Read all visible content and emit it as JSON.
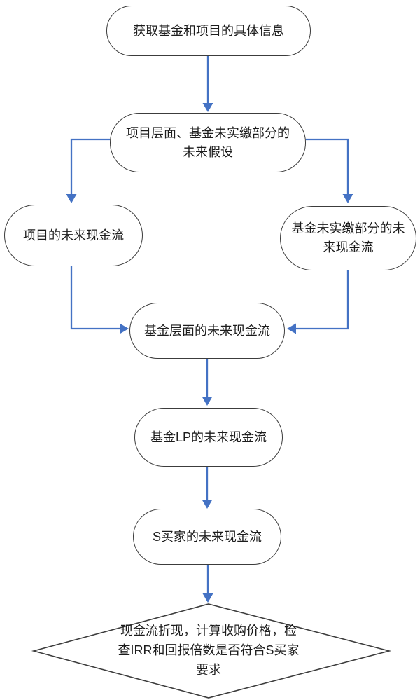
{
  "colors": {
    "connector": "#4472c4",
    "node_border": "#3c3c3c",
    "node_fill": "#ffffff",
    "text": "#1c1c1c",
    "background": "#ffffff"
  },
  "diagram": {
    "type": "flowchart",
    "nodes": {
      "info": {
        "shape": "rounded",
        "label": "获取基金和项目的具体信息"
      },
      "assumptions": {
        "shape": "rounded",
        "label": "项目层面、基金未实缴部分的\n未来假设"
      },
      "project_cashflow": {
        "shape": "rounded",
        "label": "项目的未来现金流"
      },
      "uncalled_cashflow": {
        "shape": "rounded",
        "label": "基金未实缴部分的未\n来现金流"
      },
      "fund_cashflow": {
        "shape": "rounded",
        "label": "基金层面的未来现金流"
      },
      "lp_cashflow": {
        "shape": "rounded",
        "label": "基金LP的未来现金流"
      },
      "buyer_cashflow": {
        "shape": "rounded",
        "label": "S买家的未来现金流"
      },
      "decision": {
        "shape": "diamond",
        "label": "现金流折现，计算收购价格，检\n查IRR和回报倍数是否符合S买家\n要求"
      }
    },
    "edges": [
      {
        "from": "info",
        "to": "assumptions"
      },
      {
        "from": "assumptions",
        "to": "project_cashflow"
      },
      {
        "from": "assumptions",
        "to": "uncalled_cashflow"
      },
      {
        "from": "project_cashflow",
        "to": "fund_cashflow"
      },
      {
        "from": "uncalled_cashflow",
        "to": "fund_cashflow"
      },
      {
        "from": "fund_cashflow",
        "to": "lp_cashflow"
      },
      {
        "from": "lp_cashflow",
        "to": "buyer_cashflow"
      },
      {
        "from": "buyer_cashflow",
        "to": "decision"
      }
    ]
  }
}
